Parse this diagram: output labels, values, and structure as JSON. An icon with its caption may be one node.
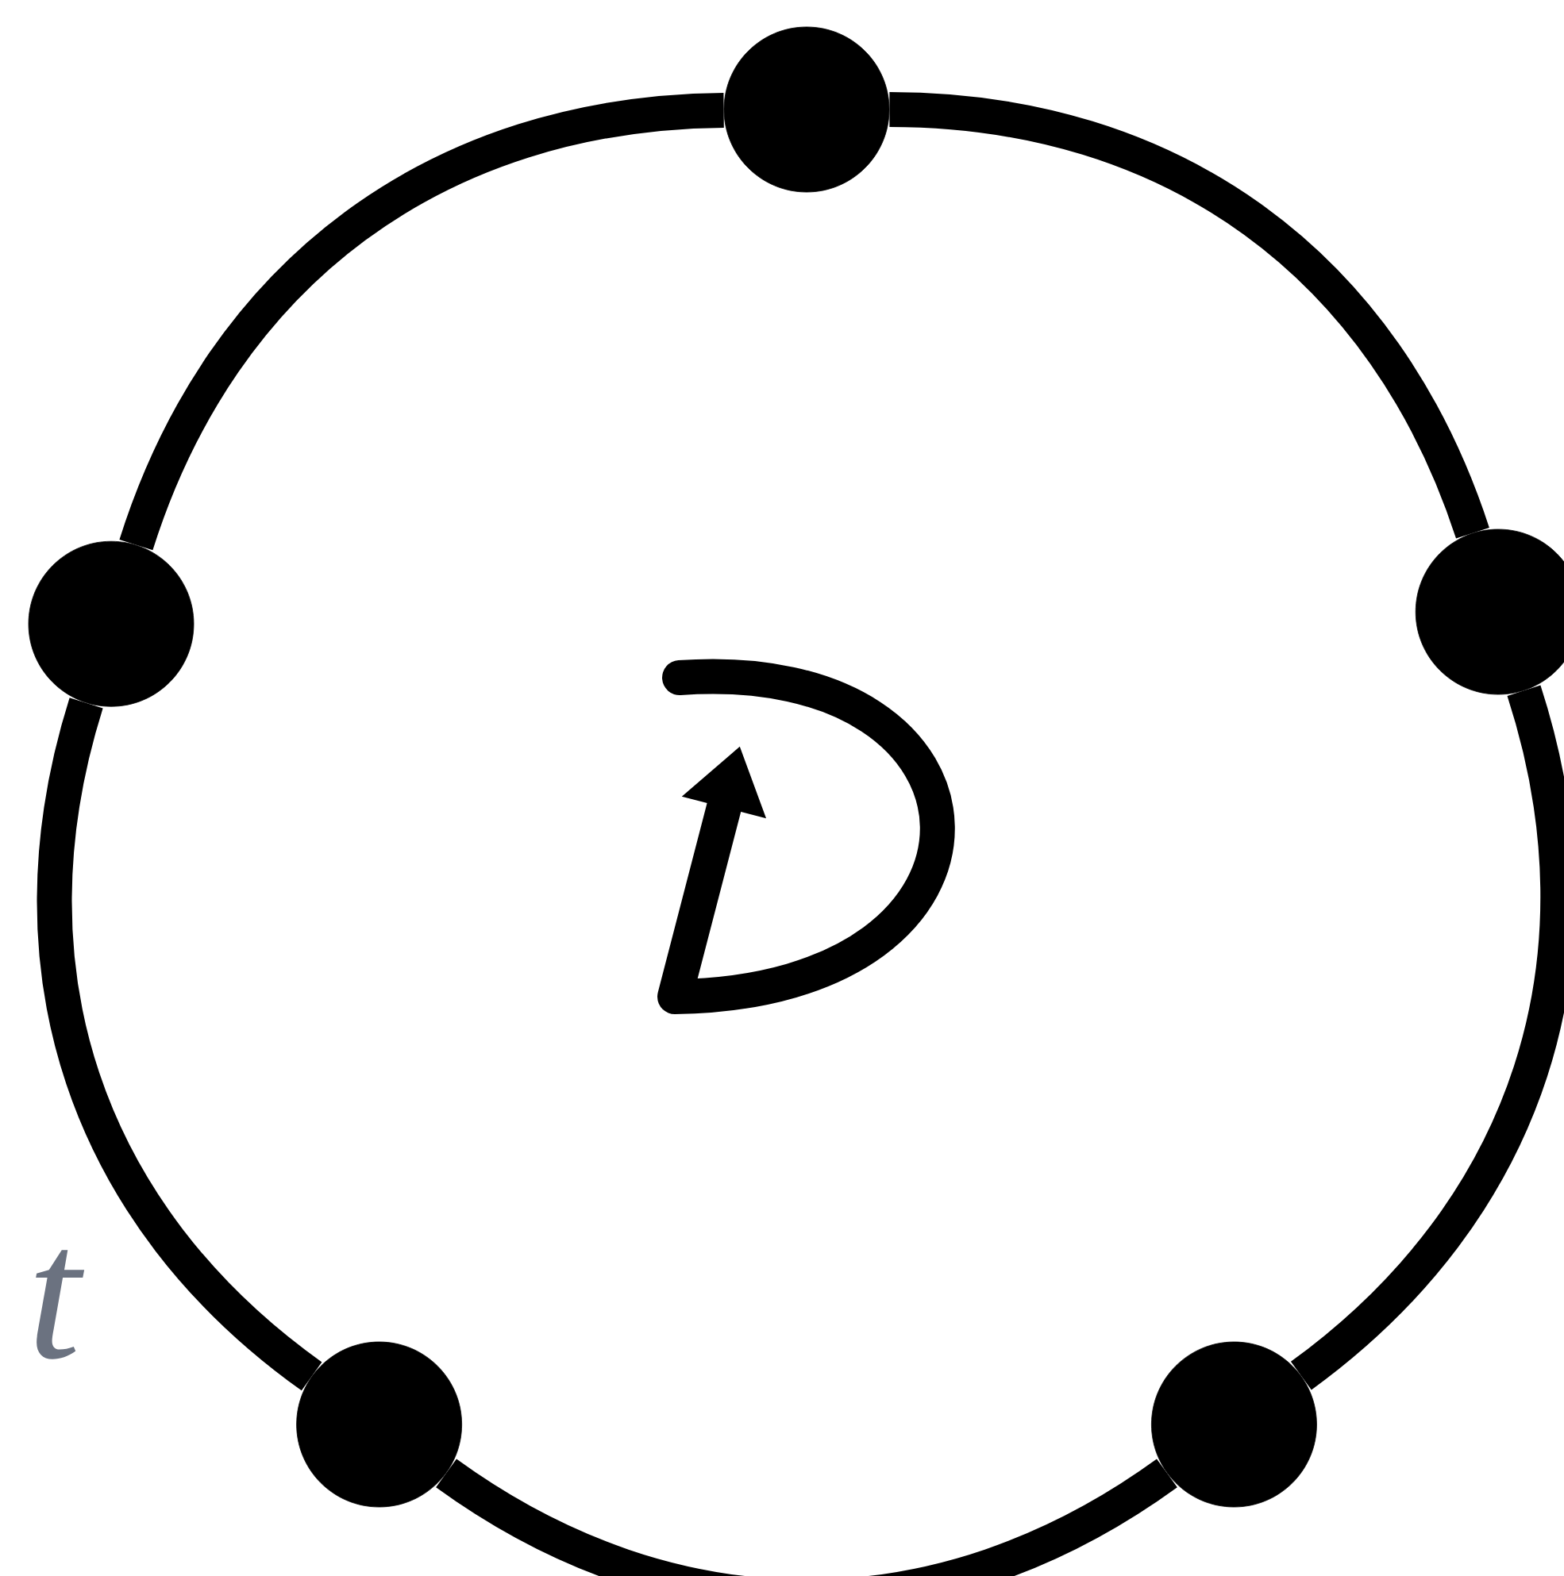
{
  "diagram": {
    "nodes": [
      {
        "text": [],
        "shape": "circle"
      },
      {
        "text": [],
        "shape": "circle"
      },
      {
        "text": [],
        "shape": "circle"
      },
      {
        "text": [],
        "shape": "circle"
      },
      {
        "text": [],
        "shape": "circle"
      }
    ],
    "edges": [
      {
        "from": 0,
        "to": 2,
        "arrow": "none"
      },
      {
        "from": 2,
        "to": 4,
        "arrow": "none"
      },
      {
        "from": 4,
        "to": 3,
        "arrow": "none"
      },
      {
        "from": 3,
        "to": 1,
        "arrow": "none"
      },
      {
        "from": 1,
        "to": 0,
        "arrow": "none"
      }
    ],
    "labels": [
      "t"
    ]
  }
}
